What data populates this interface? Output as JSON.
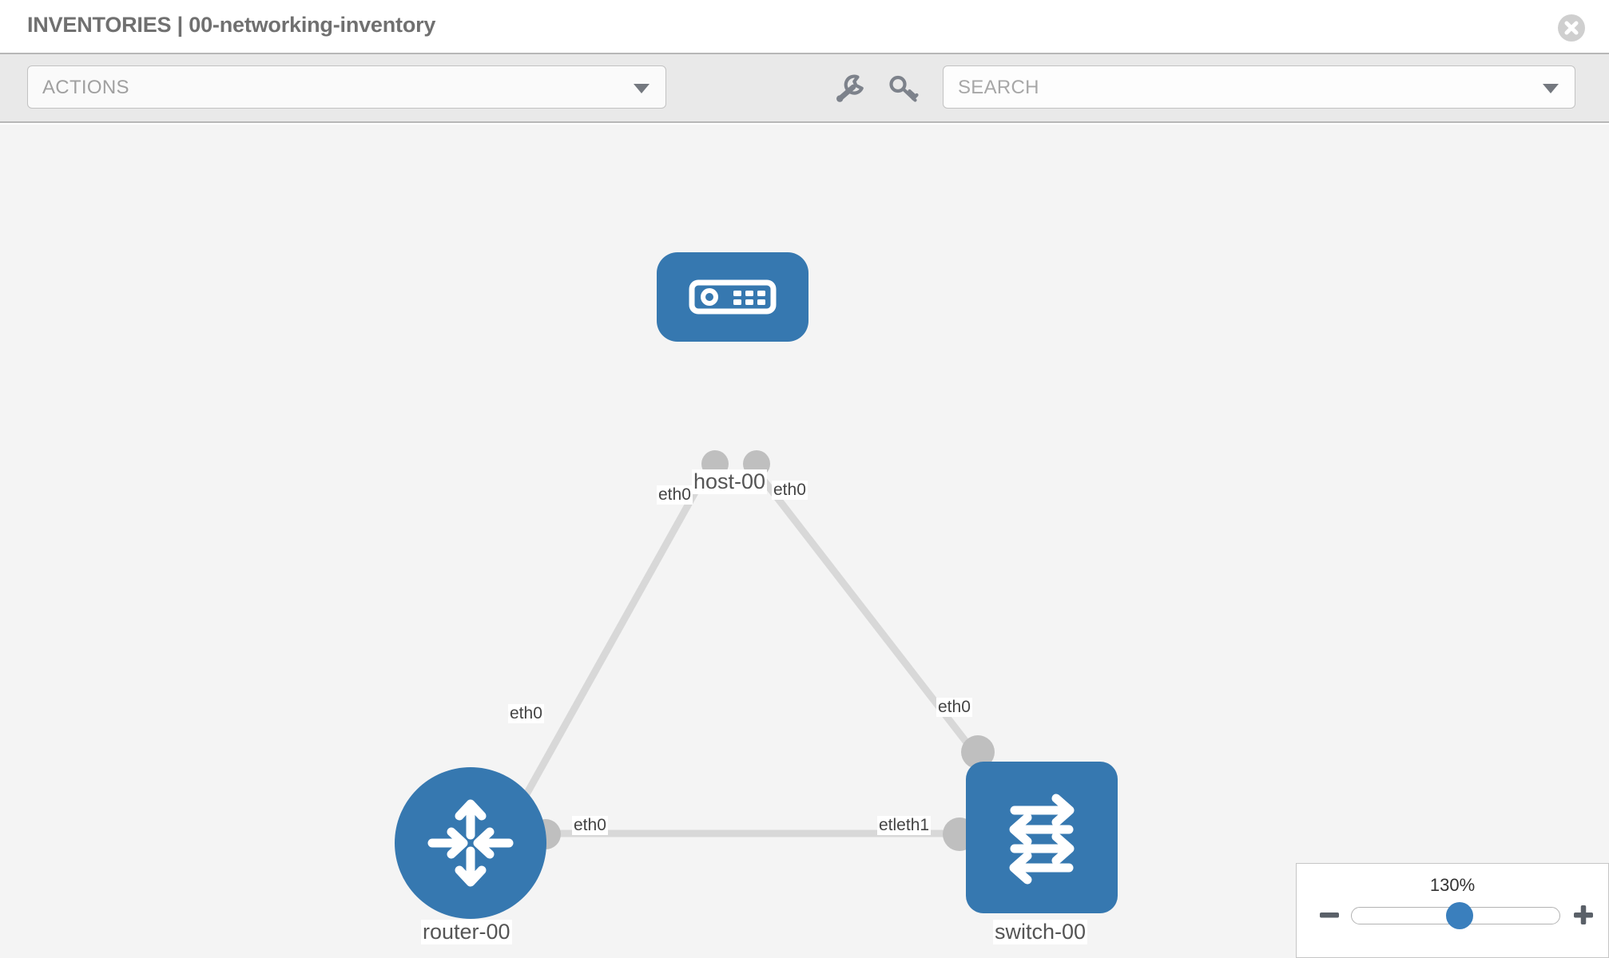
{
  "header": {
    "title": "INVENTORIES | 00-networking-inventory",
    "close_icon": "close-circle-icon"
  },
  "toolbar": {
    "actions_label": "ACTIONS",
    "actions_caret_icon": "chevron-down-icon",
    "wrench_icon": "wrench-icon",
    "key_icon": "key-icon",
    "search_placeholder": "SEARCH",
    "search_value": "",
    "search_caret_icon": "chevron-down-icon"
  },
  "topology": {
    "nodes": [
      {
        "id": "host-00",
        "label": "host-00",
        "type": "host",
        "icon": "server-icon",
        "color": "#3678b0"
      },
      {
        "id": "router-00",
        "label": "router-00",
        "type": "router",
        "icon": "router-icon",
        "color": "#3678b0"
      },
      {
        "id": "switch-00",
        "label": "switch-00",
        "type": "switch",
        "icon": "switch-icon",
        "color": "#3678b0"
      }
    ],
    "interface_labels": {
      "host_left": "eth0",
      "host_right": "eth0",
      "router_up": "eth0",
      "router_right": "eth0",
      "switch_up": "eth0",
      "switch_left": "etleth1"
    },
    "links": [
      {
        "from": "host-00",
        "from_iface": "eth0",
        "to": "router-00",
        "to_iface": "eth0"
      },
      {
        "from": "host-00",
        "from_iface": "eth0",
        "to": "switch-00",
        "to_iface": "eth0"
      },
      {
        "from": "router-00",
        "from_iface": "eth0",
        "to": "switch-00",
        "to_iface": "eth1"
      }
    ],
    "link_color": "#d8d8d8",
    "port_color": "#bfbfbf",
    "canvas_background": "#f4f4f4"
  },
  "zoom_control": {
    "level": "130%",
    "minus_icon": "minus-icon",
    "plus_icon": "plus-icon",
    "slider_value": 52
  }
}
